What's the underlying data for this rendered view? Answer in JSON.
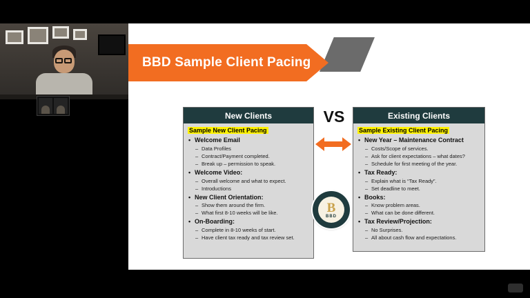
{
  "slide": {
    "title": "BBD Sample Client Pacing",
    "vs": "VS",
    "logo": {
      "monogram": "B",
      "text": "BBD"
    },
    "columns": [
      {
        "header": "New Clients",
        "subtitle": "Sample New Client Pacing",
        "items": [
          {
            "label": "Welcome Email",
            "subs": [
              "Data Profiles",
              "Contract/Payment completed.",
              "Break up – permission to speak."
            ]
          },
          {
            "label": "Welcome Video:",
            "subs": [
              "Overall welcome and what to expect.",
              "Introductions"
            ]
          },
          {
            "label": "New Client Orientation:",
            "subs": [
              "Show them around the firm.",
              "What first 8-10 weeks will be like."
            ]
          },
          {
            "label": "On-Boarding:",
            "subs": [
              "Complete in 8-10 weeks of start.",
              "Have client tax ready and tax review set."
            ]
          }
        ]
      },
      {
        "header": "Existing Clients",
        "subtitle": "Sample Existing Client Pacing",
        "items": [
          {
            "label": "New Year – Maintenance Contract",
            "subs": [
              "Costs/Scope of services.",
              "Ask for client expectations – what dates?",
              "Schedule for first meeting of the year."
            ]
          },
          {
            "label": "Tax Ready:",
            "subs": [
              "Explain what is “Tax Ready”.",
              "Set deadline to meet."
            ]
          },
          {
            "label": "Books:",
            "subs": [
              "Know problem areas.",
              "What can be done different."
            ]
          },
          {
            "label": "Tax Review/Projection:",
            "subs": [
              "No Surprises.",
              "All about cash flow and expectations."
            ]
          }
        ]
      }
    ]
  },
  "icons": {
    "vs_arrow": "double-headed-horizontal-arrow"
  },
  "colors": {
    "color-orange": "#F26D21",
    "color-teal": "#1F3B3E",
    "color-panel": "#D9D9D9",
    "color-highlight": "#FFF200",
    "color-hex": "#6B6B6B"
  }
}
